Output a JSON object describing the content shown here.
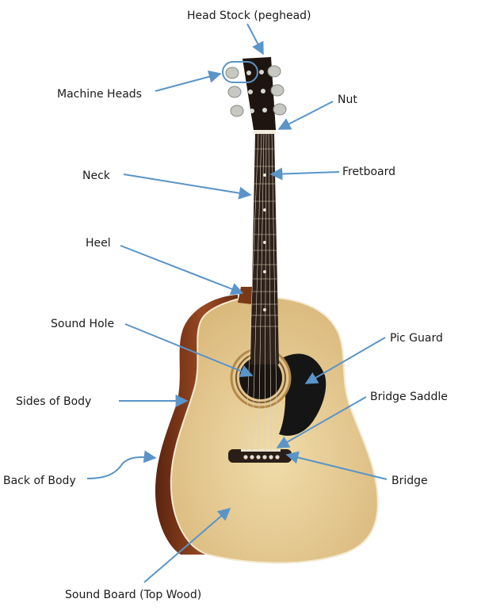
{
  "labels": {
    "head_stock": "Head Stock (peghead)",
    "machine_heads": "Machine Heads",
    "nut": "Nut",
    "neck": "Neck",
    "fretboard": "Fretboard",
    "heel": "Heel",
    "sound_hole": "Sound Hole",
    "pic_guard": "Pic Guard",
    "sides_of_body": "Sides of Body",
    "bridge_saddle": "Bridge Saddle",
    "back_of_body": "Back of Body",
    "bridge": "Bridge",
    "sound_board": "Sound Board (Top Wood)"
  },
  "colors": {
    "arrow": "#5a94c8",
    "top_wood": "#e7cd96",
    "sides": "#8a3f1d",
    "fretboard": "#2e211a",
    "pick_guard": "#151515"
  }
}
